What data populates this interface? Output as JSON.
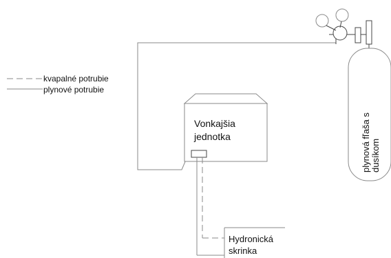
{
  "legend": {
    "liquid_pipe_label": "kvapalné potrubie",
    "gas_pipe_label": "plynové potrubie"
  },
  "outdoor_unit": {
    "label_line1": "Vonkajšia",
    "label_line2": "jednotka"
  },
  "hydronic_box": {
    "label_line1": "Hydronická",
    "label_line2": "skrinka"
  },
  "nitrogen_cylinder": {
    "label_line1": "plynová fľaša s",
    "label_line2": "dusíkom"
  },
  "colors": {
    "line": "#8a8a8a",
    "dark_line": "#444444",
    "text": "#111111"
  }
}
